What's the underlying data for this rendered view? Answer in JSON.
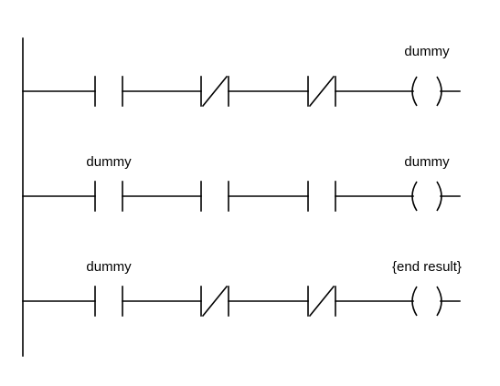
{
  "diagram": {
    "type": "ladder-logic",
    "line_color": "#000000",
    "background": "#ffffff",
    "rungs": [
      {
        "elements": [
          {
            "kind": "contact-no",
            "label": ""
          },
          {
            "kind": "contact-nc",
            "label": ""
          },
          {
            "kind": "contact-nc",
            "label": ""
          },
          {
            "kind": "coil",
            "label": "dummy"
          }
        ]
      },
      {
        "elements": [
          {
            "kind": "contact-no",
            "label": "dummy"
          },
          {
            "kind": "contact-no",
            "label": ""
          },
          {
            "kind": "contact-no",
            "label": ""
          },
          {
            "kind": "coil",
            "label": "dummy"
          }
        ]
      },
      {
        "elements": [
          {
            "kind": "contact-no",
            "label": "dummy"
          },
          {
            "kind": "contact-nc",
            "label": ""
          },
          {
            "kind": "contact-nc",
            "label": ""
          },
          {
            "kind": "coil",
            "label": "{end result}"
          }
        ]
      }
    ]
  }
}
